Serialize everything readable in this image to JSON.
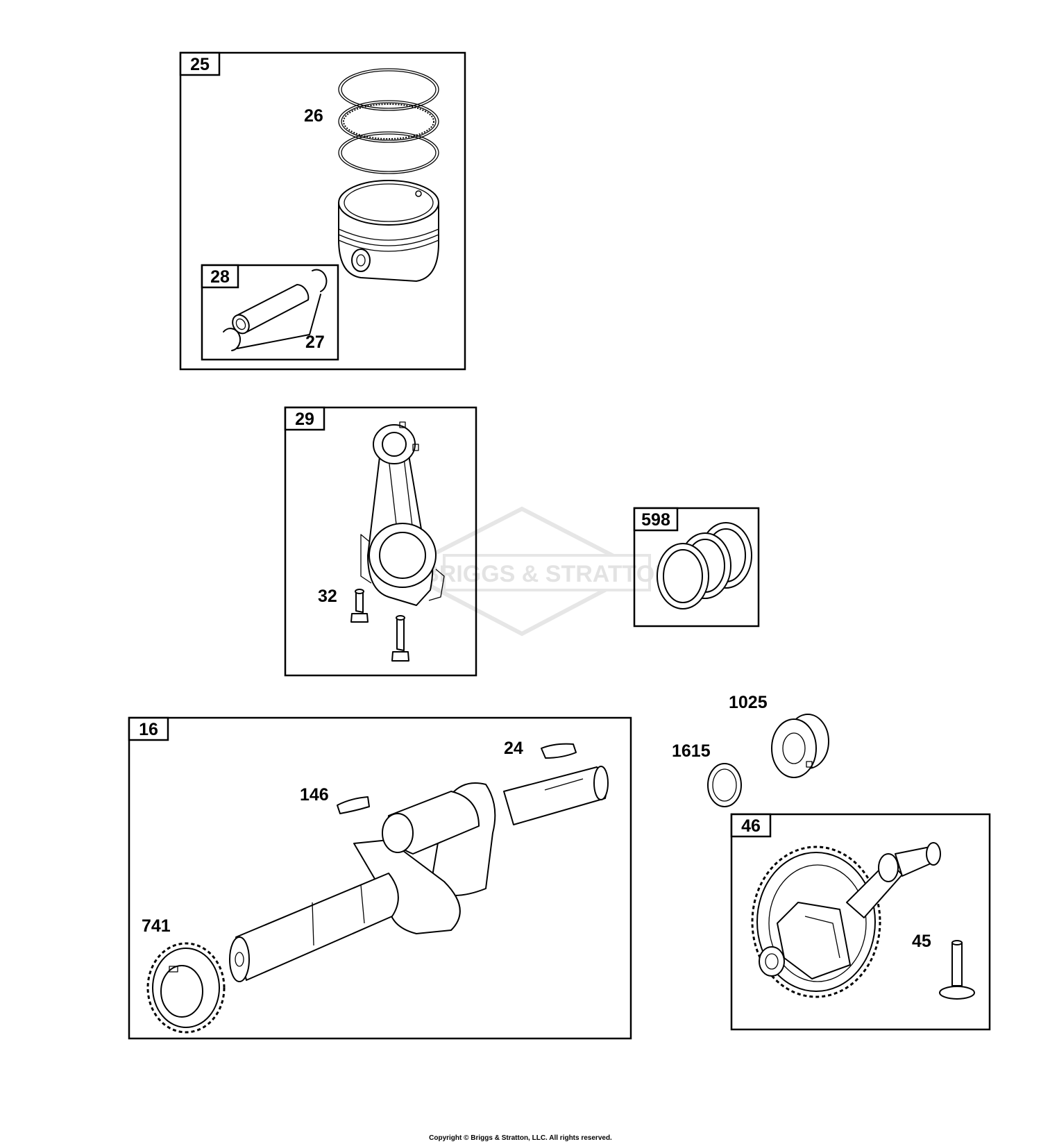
{
  "watermark": {
    "brand_text": "BRIGGS & STRATTON"
  },
  "groups": [
    {
      "id": "25",
      "label": "25"
    },
    {
      "id": "28",
      "label": "28"
    },
    {
      "id": "29",
      "label": "29"
    },
    {
      "id": "598",
      "label": "598"
    },
    {
      "id": "16",
      "label": "16"
    },
    {
      "id": "46",
      "label": "46"
    }
  ],
  "callouts": {
    "piston_rings": "26",
    "piston_pin_retainer": "27",
    "rod_bolt": "32",
    "crank_key_large": "24",
    "crank_key_small": "146",
    "timing_gear": "741",
    "oil_seal": "1025",
    "seal_washer": "1615",
    "cam_pin": "45"
  },
  "footer": {
    "copyright": "Copyright © Briggs & Stratton, LLC. All rights reserved."
  }
}
